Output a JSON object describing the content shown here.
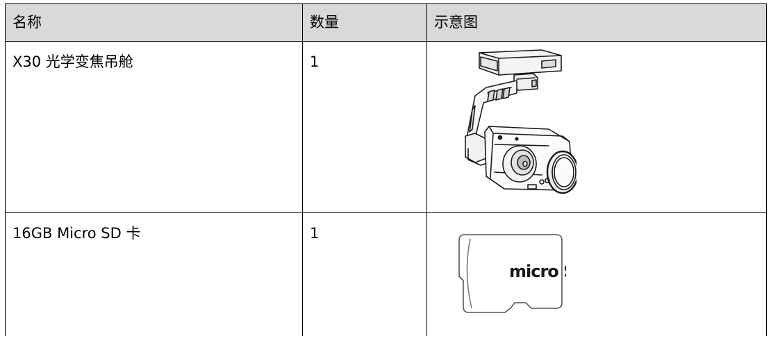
{
  "table": {
    "headers": [
      "名称",
      "数量",
      "示意图"
    ],
    "rows": [
      {
        "name": "X30 光学变焦吊舱",
        "qty": "1",
        "image_icon": "gimbal-camera-icon"
      },
      {
        "name": "16GB Micro SD 卡",
        "qty": "1",
        "image_icon": "micro-sd-card-icon",
        "logo_text": "micro SD"
      }
    ]
  },
  "colors": {
    "header_bg": "#d9d9d9",
    "border": "#000000",
    "text": "#000000"
  }
}
